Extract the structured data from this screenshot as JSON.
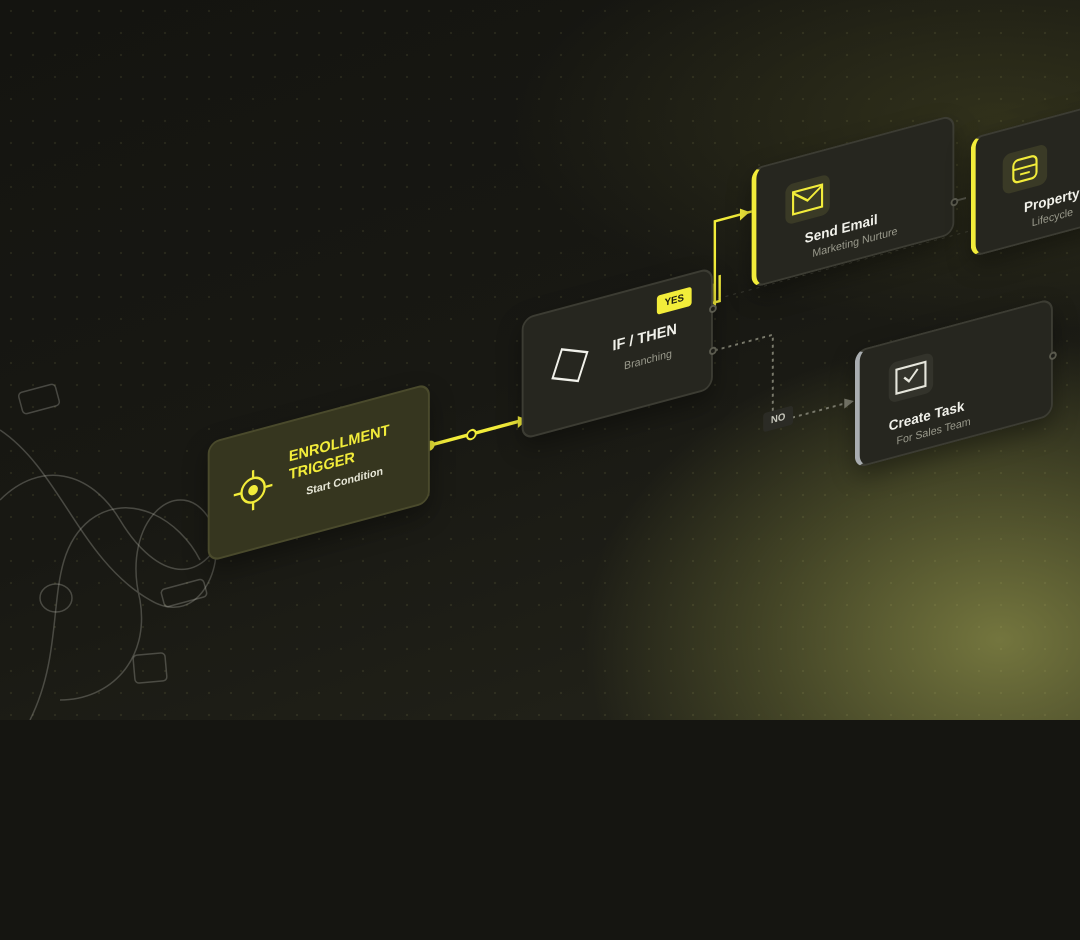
{
  "colors": {
    "accent": "#f2ec3a",
    "node_bg": "#26261f",
    "muted": "#9a9a8c",
    "task_accent": "#a9adb0"
  },
  "nodes": {
    "trigger": {
      "title": "ENROLLMENT TRIGGER",
      "subtitle": "Start Condition",
      "icon": "target-icon"
    },
    "branch": {
      "title": "IF / THEN",
      "subtitle": "Branching",
      "icon": "diamond-icon"
    },
    "email": {
      "title": "Send Email",
      "subtitle": "Marketing Nurture",
      "icon": "envelope-icon"
    },
    "property": {
      "title": "Property",
      "subtitle": "Lifecycle",
      "icon": "card-icon"
    },
    "task": {
      "title": "Create Task",
      "subtitle": "For Sales Team",
      "icon": "checked-envelope-icon"
    }
  },
  "branches": {
    "yes_label": "YES",
    "no_label": "NO"
  }
}
